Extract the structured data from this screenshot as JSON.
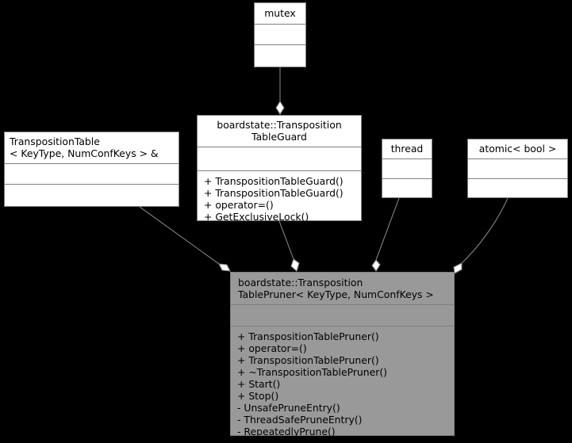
{
  "diagram": {
    "kind": "uml-class-collaboration-diagram",
    "background_color": "#000000",
    "node_fill": "#ffffff",
    "highlight_fill": "#999999",
    "border_color": "#7f7f7f",
    "edge_color": "#808080",
    "text_color": "#000000"
  },
  "nodes": [
    {
      "id": "mutex",
      "title": "mutex",
      "attributes": "",
      "operations": ""
    },
    {
      "id": "ttguard",
      "title": "boardstate::Transposition\nTableGuard",
      "attributes": "",
      "operations": "+ TranspositionTableGuard()\n+ TranspositionTableGuard()\n+ operator=()\n+ GetExclusiveLock()"
    },
    {
      "id": "tt",
      "title": "TranspositionTable\n< KeyType, NumConfKeys > &",
      "attributes": "",
      "operations": ""
    },
    {
      "id": "thread",
      "title": "thread",
      "attributes": "",
      "operations": ""
    },
    {
      "id": "atomic",
      "title": "atomic< bool >",
      "attributes": "",
      "operations": ""
    },
    {
      "id": "ttpruner",
      "title": "boardstate::Transposition\nTablePruner< KeyType, NumConfKeys >",
      "attributes": "",
      "operations": "+ TranspositionTablePruner()\n+ operator=()\n+ TranspositionTablePruner()\n+ ~TranspositionTablePruner()\n+ Start()\n+ Stop()\n- UnsafePruneEntry()\n- ThreadSafePruneEntry()\n- RepeatedlyPrune()"
    }
  ],
  "edges": [
    {
      "id": "mutex-to-ttguard",
      "from": "mutex",
      "to": "ttguard",
      "type": "aggregation"
    },
    {
      "id": "tt-to-ttpruner",
      "from": "tt",
      "to": "ttpruner",
      "type": "aggregation"
    },
    {
      "id": "ttguard-to-ttpruner",
      "from": "ttguard",
      "to": "ttpruner",
      "type": "aggregation"
    },
    {
      "id": "thread-to-ttpruner",
      "from": "thread",
      "to": "ttpruner",
      "type": "aggregation"
    },
    {
      "id": "atomic-to-ttpruner",
      "from": "atomic",
      "to": "ttpruner",
      "type": "aggregation"
    }
  ]
}
